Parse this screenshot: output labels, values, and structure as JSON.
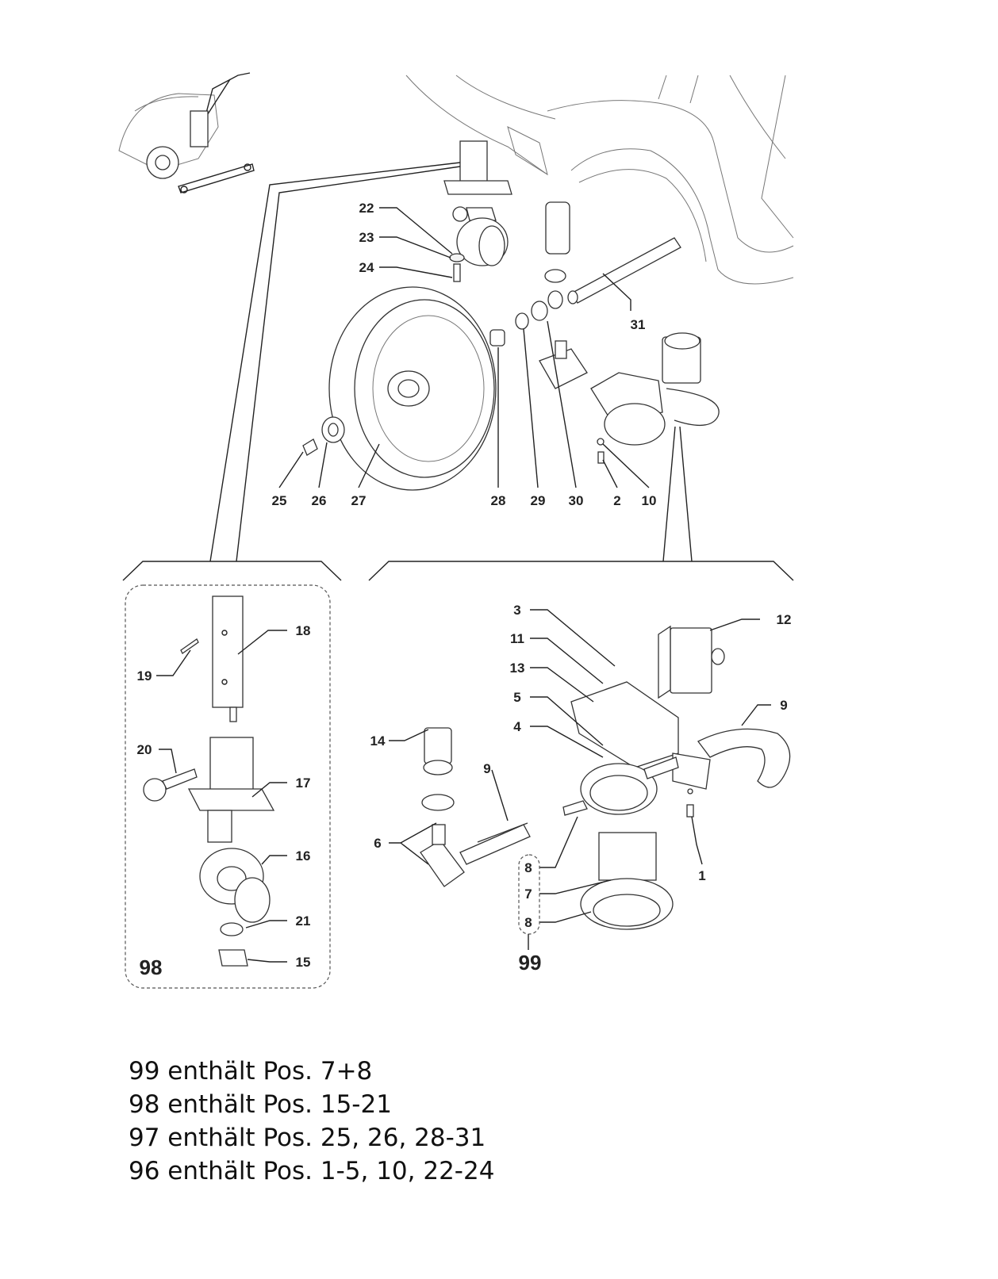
{
  "diagram": {
    "part_numbers": {
      "p22": "22",
      "p23": "23",
      "p24": "24",
      "p31": "31",
      "p25": "25",
      "p26": "26",
      "p27": "27",
      "p28": "28",
      "p29": "29",
      "p30": "30",
      "p2": "2",
      "p10": "10",
      "p18": "18",
      "p19": "19",
      "p20": "20",
      "p17": "17",
      "p16": "16",
      "p21": "21",
      "p15": "15",
      "p3": "3",
      "p11": "11",
      "p13": "13",
      "p5": "5",
      "p4": "4",
      "p12": "12",
      "p9a": "9",
      "p14": "14",
      "p9b": "9",
      "p6": "6",
      "p1": "1",
      "p8a": "8",
      "p7": "7",
      "p8b": "8"
    },
    "group_labels": {
      "g98": "98",
      "g99": "99"
    }
  },
  "notes": [
    "99 enthält Pos. 7+8",
    "98 enthält Pos. 15-21",
    "97 enthält Pos. 25, 26, 28-31",
    "96 enthält Pos. 1-5, 10, 22-24"
  ]
}
